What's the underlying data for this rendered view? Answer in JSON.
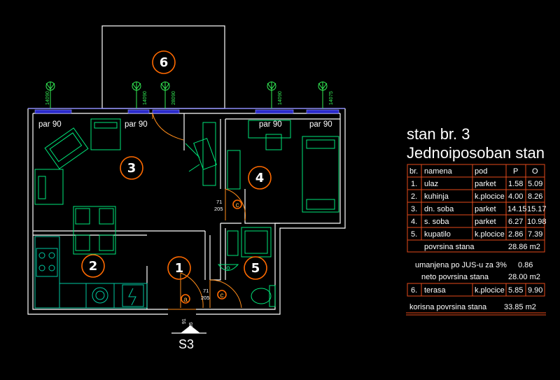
{
  "rooms": [
    "1",
    "2",
    "3",
    "4",
    "5",
    "6"
  ],
  "windows": {
    "w1": "par 90",
    "w2": "par 90",
    "w3": "par 90",
    "w4": "par 90"
  },
  "tree_labels": {
    "t1a": "140",
    "t1b": "90",
    "t2a": "140",
    "t2b": "90",
    "t3a": "280",
    "t3b": "90",
    "t4a": "140",
    "t4b": "90",
    "t5a": "140",
    "t5b": "75"
  },
  "doors": {
    "a_letter": "a",
    "c1_letter": "c",
    "c2_letter": "c",
    "c1_width": "71",
    "c1_height": "205",
    "c2_width": "71",
    "c2_height": "205",
    "entry_width": "91",
    "entry_height": "205"
  },
  "section_mark": "S3",
  "legend": {
    "title": "stan br.  3",
    "subtitle": "Jednoiposoban stan",
    "headers": [
      "br.",
      "namena",
      "pod",
      "P",
      "O"
    ],
    "rows": [
      [
        "1.",
        "ulaz",
        "parket",
        "1.58",
        "5.09"
      ],
      [
        "2.",
        "kuhinja",
        "k.plocice",
        "4.00",
        "8.26"
      ],
      [
        "3.",
        "dn. soba",
        "parket",
        "14.15",
        "15.17"
      ],
      [
        "4.",
        "s. soba",
        "parket",
        "6.27",
        "10.98"
      ],
      [
        "5.",
        "kupatilo",
        "k.plocice",
        "2.86",
        "7.39"
      ]
    ],
    "area_label": "povrsina stana",
    "area_value": "28.86 m2",
    "reduction_label": "umanjena po JUS-u za 3%",
    "reduction_value": "0.86",
    "net_label": "neto povrsina stana",
    "net_value": "28.00 m2",
    "terrace_row": [
      "6.",
      "terasa",
      "k.plocice",
      "5.85",
      "9.90"
    ],
    "useful_label": "korisna povrsina stana",
    "useful_value": "33.85 m2"
  }
}
